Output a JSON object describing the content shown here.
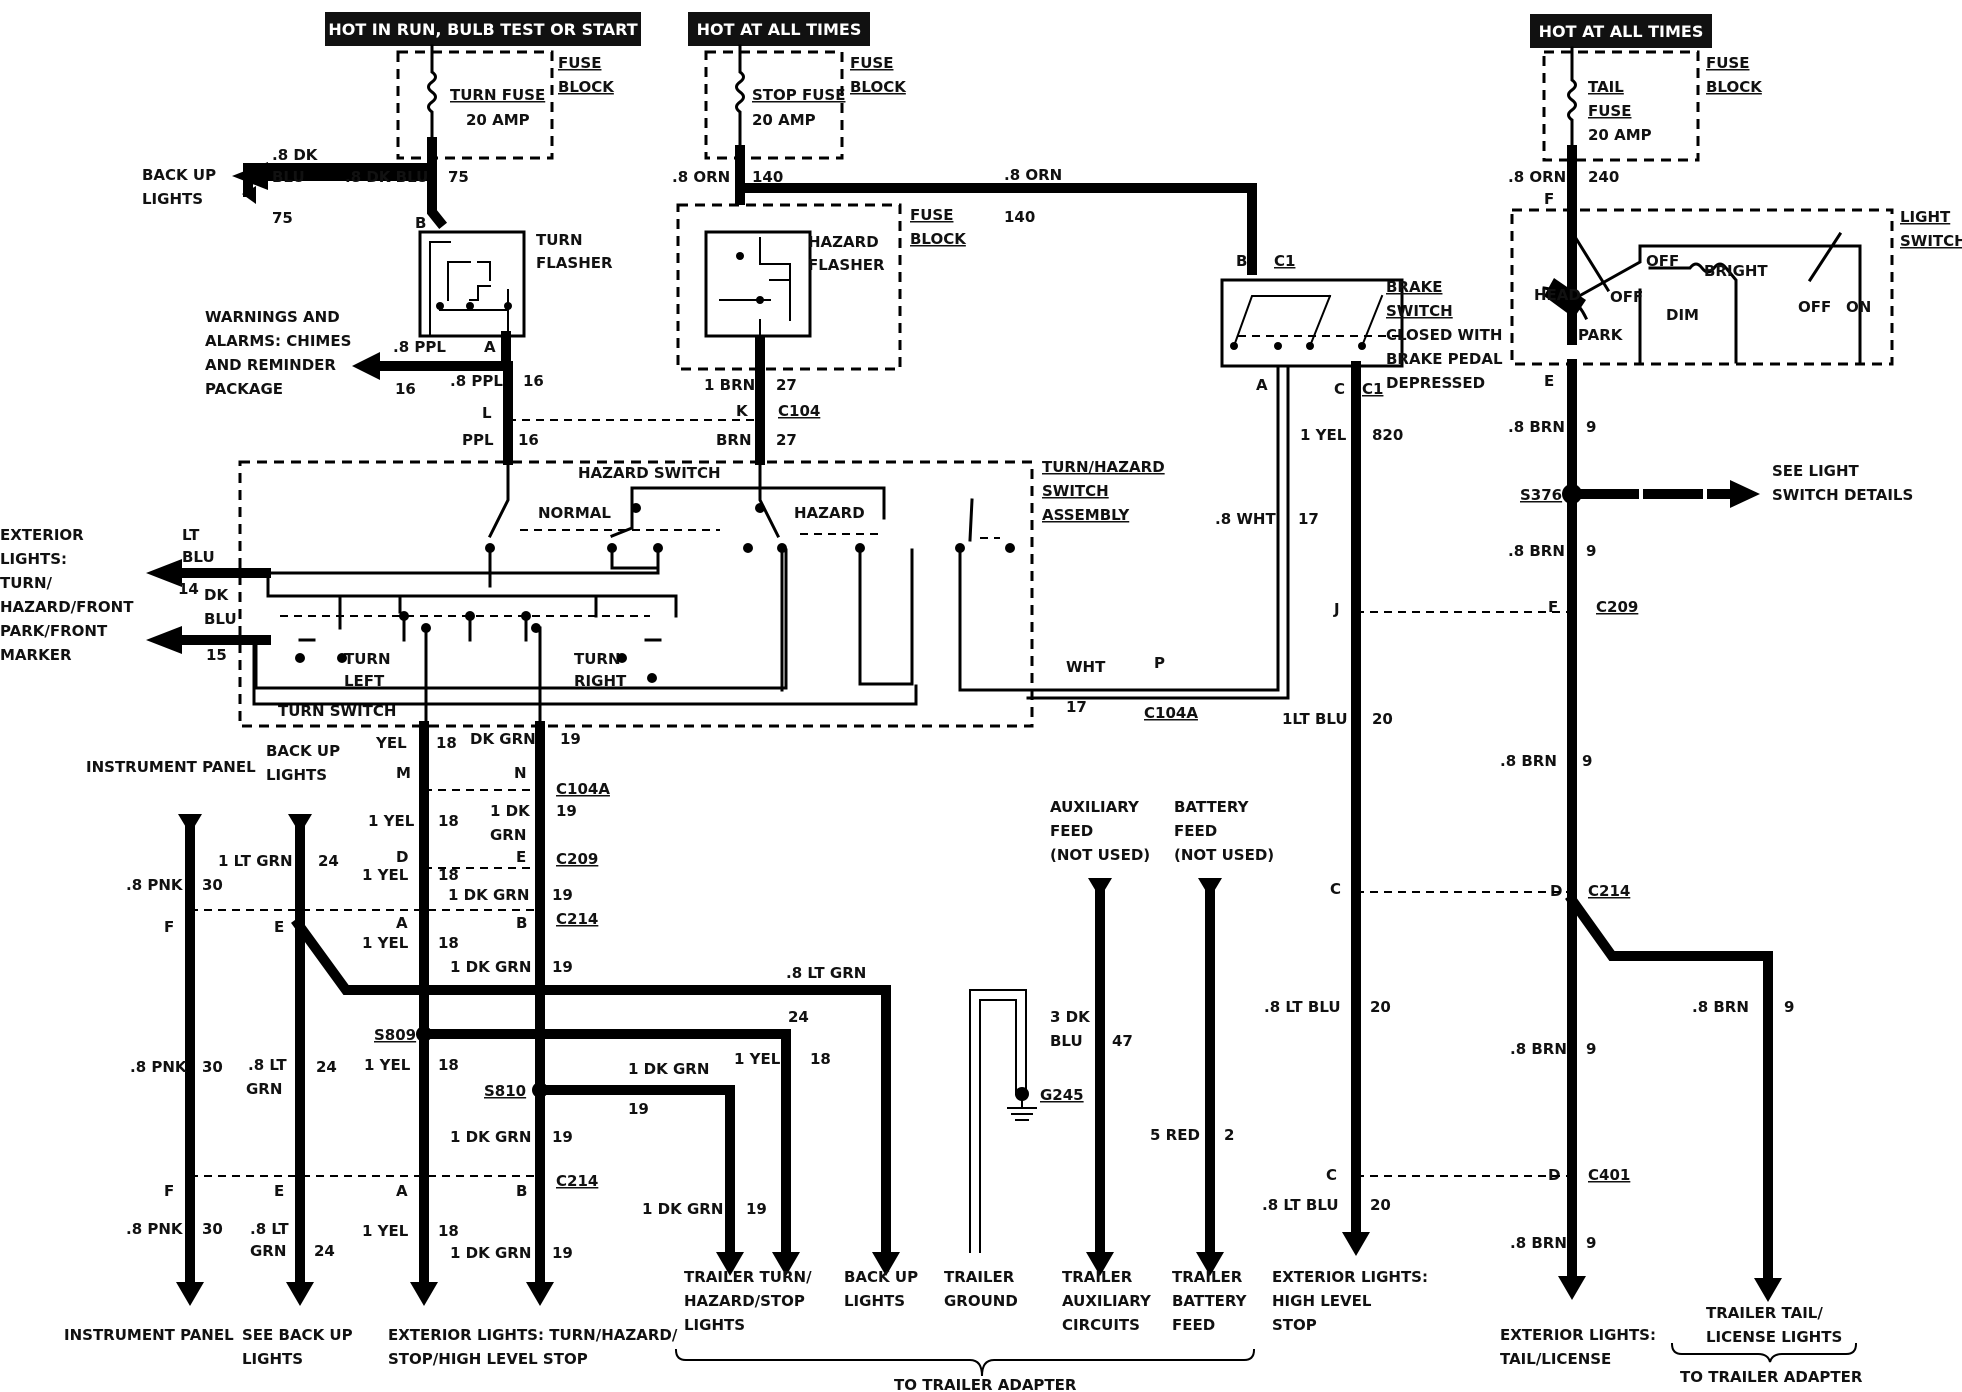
{
  "headers": {
    "run": "HOT IN RUN, BULB TEST OR START",
    "stop": "HOT AT ALL TIMES",
    "tail": "HOT AT ALL TIMES"
  },
  "fuses": {
    "turn": {
      "name": "TURN FUSE",
      "amp": "20 AMP"
    },
    "stop": {
      "name": "STOP FUSE",
      "amp": "20 AMP"
    },
    "tail": {
      "name1": "TAIL",
      "name2": "FUSE",
      "amp": "20 AMP"
    },
    "block1": "FUSE",
    "block2": "BLOCK"
  },
  "components": {
    "turn_flasher": [
      "TURN",
      "FLASHER"
    ],
    "hazard_flasher": [
      "HAZARD",
      "FLASHER"
    ],
    "brake_switch": [
      "BRAKE",
      "SWITCH",
      "CLOSED WITH",
      "BRAKE PEDAL",
      "DEPRESSED"
    ],
    "light_switch": [
      "LIGHT",
      "SWITCH"
    ],
    "turn_hazard": [
      "TURN/HAZARD",
      "SWITCH",
      "ASSEMBLY"
    ],
    "hazard_switch": "HAZARD SWITCH",
    "turn_switch": "TURN SWITCH",
    "normal": "NORMAL",
    "hazard": "HAZARD",
    "turn_left": [
      "TURN",
      "LEFT"
    ],
    "turn_right": [
      "TURN",
      "RIGHT"
    ],
    "ls_labels": {
      "head": "HEAD",
      "off": "OFF",
      "park": "PARK",
      "off2": "OFF",
      "bright": "BRIGHT",
      "dim": "DIM",
      "off3": "OFF",
      "on": "ON"
    }
  },
  "left_labels": {
    "backup": [
      "BACK UP",
      "LIGHTS"
    ],
    "warnings": [
      "WARNINGS AND",
      "ALARMS: CHIMES",
      "AND REMINDER",
      "PACKAGE"
    ],
    "exterior": [
      "EXTERIOR",
      "LIGHTS:",
      "TURN/",
      "HAZARD/FRONT",
      "PARK/FRONT",
      "MARKER"
    ],
    "instrument_panel": "INSTRUMENT PANEL",
    "backup_top": [
      "BACK UP",
      "LIGHTS"
    ]
  },
  "wires": {
    "w_8dkblu_a": ".8 DK",
    "w_blu": "BLU",
    "w_8dkblu_b": ".8 DK BLU",
    "n75": "75",
    "w_8ppl": ".8 PPL",
    "n16": "16",
    "w_ppl": "PPL",
    "w_8orn": ".8 ORN",
    "n140": "140",
    "w_1brn": "1 BRN",
    "n27": "27",
    "w_brn": "BRN",
    "w_lt": "LT",
    "n14": "14",
    "w_dk": "DK",
    "n15": "15",
    "w_8wht": ".8 WHT",
    "n17": "17",
    "w_wht": "WHT",
    "w_1yel": "1 YEL",
    "n820": "820",
    "w_1ltblu": "1LT BLU",
    "n20": "20",
    "w_8ltblu": ".8 LT BLU",
    "n240": "240",
    "w_8brn": ".8 BRN",
    "n9": "9",
    "see_ls": [
      "SEE LIGHT",
      "SWITCH DETAILS"
    ],
    "w_yel": "YEL",
    "n18": "18",
    "w_dkgrn": "DK GRN",
    "n19": "19",
    "w_1dk": "1 DK",
    "w_grn": "GRN",
    "w_1dkgrn": "1 DK GRN",
    "w_8pnk": ".8 PNK",
    "n30": "30",
    "w_1ltgrn": "1 LT GRN",
    "n24": "24",
    "w_8lt": ".8 LT",
    "w_8ltgrn": ".8 LT GRN",
    "w_3dk": "3 DK",
    "n47": "47",
    "w_5red": "5 RED",
    "n2": "2"
  },
  "connectors": {
    "B": "B",
    "A": "A",
    "L": "L",
    "K": "K",
    "C1": "C1",
    "C": "C",
    "P": "P",
    "F": "F",
    "E": "E",
    "J": "J",
    "M": "M",
    "N": "N",
    "D": "D",
    "c104": "C104",
    "c104a": "C104A",
    "c209": "C209",
    "c214": "C214",
    "c401": "C401",
    "s376": "S376",
    "s809": "S809",
    "s810": "S810",
    "g245": "G245"
  },
  "feeds": {
    "aux": [
      "AUXILIARY",
      "FEED",
      "(NOT USED)"
    ],
    "bat": [
      "BATTERY",
      "FEED",
      "(NOT USED)"
    ]
  },
  "bottom": {
    "instrument_panel": "INSTRUMENT PANEL",
    "see_backup": [
      "SEE BACK UP",
      "LIGHTS"
    ],
    "ext_turn": [
      "EXTERIOR LIGHTS: TURN/HAZARD/",
      "STOP/HIGH LEVEL STOP"
    ],
    "trailer_turn": [
      "TRAILER TURN/",
      "HAZARD/STOP",
      "LIGHTS"
    ],
    "backup": [
      "BACK UP",
      "LIGHTS"
    ],
    "trailer_ground": [
      "TRAILER",
      "GROUND"
    ],
    "trailer_aux": [
      "TRAILER",
      "AUXILIARY",
      "CIRCUITS"
    ],
    "trailer_bat": [
      "TRAILER",
      "BATTERY",
      "FEED"
    ],
    "ext_high": [
      "EXTERIOR LIGHTS:",
      "HIGH LEVEL",
      "STOP"
    ],
    "ext_tail": [
      "EXTERIOR LIGHTS:",
      "TAIL/LICENSE"
    ],
    "trailer_tail": [
      "TRAILER TAIL/",
      "LICENSE LIGHTS"
    ],
    "to_adapter": "TO TRAILER ADAPTER",
    "to_adapter2": "TO TRAILER ADAPTER"
  }
}
